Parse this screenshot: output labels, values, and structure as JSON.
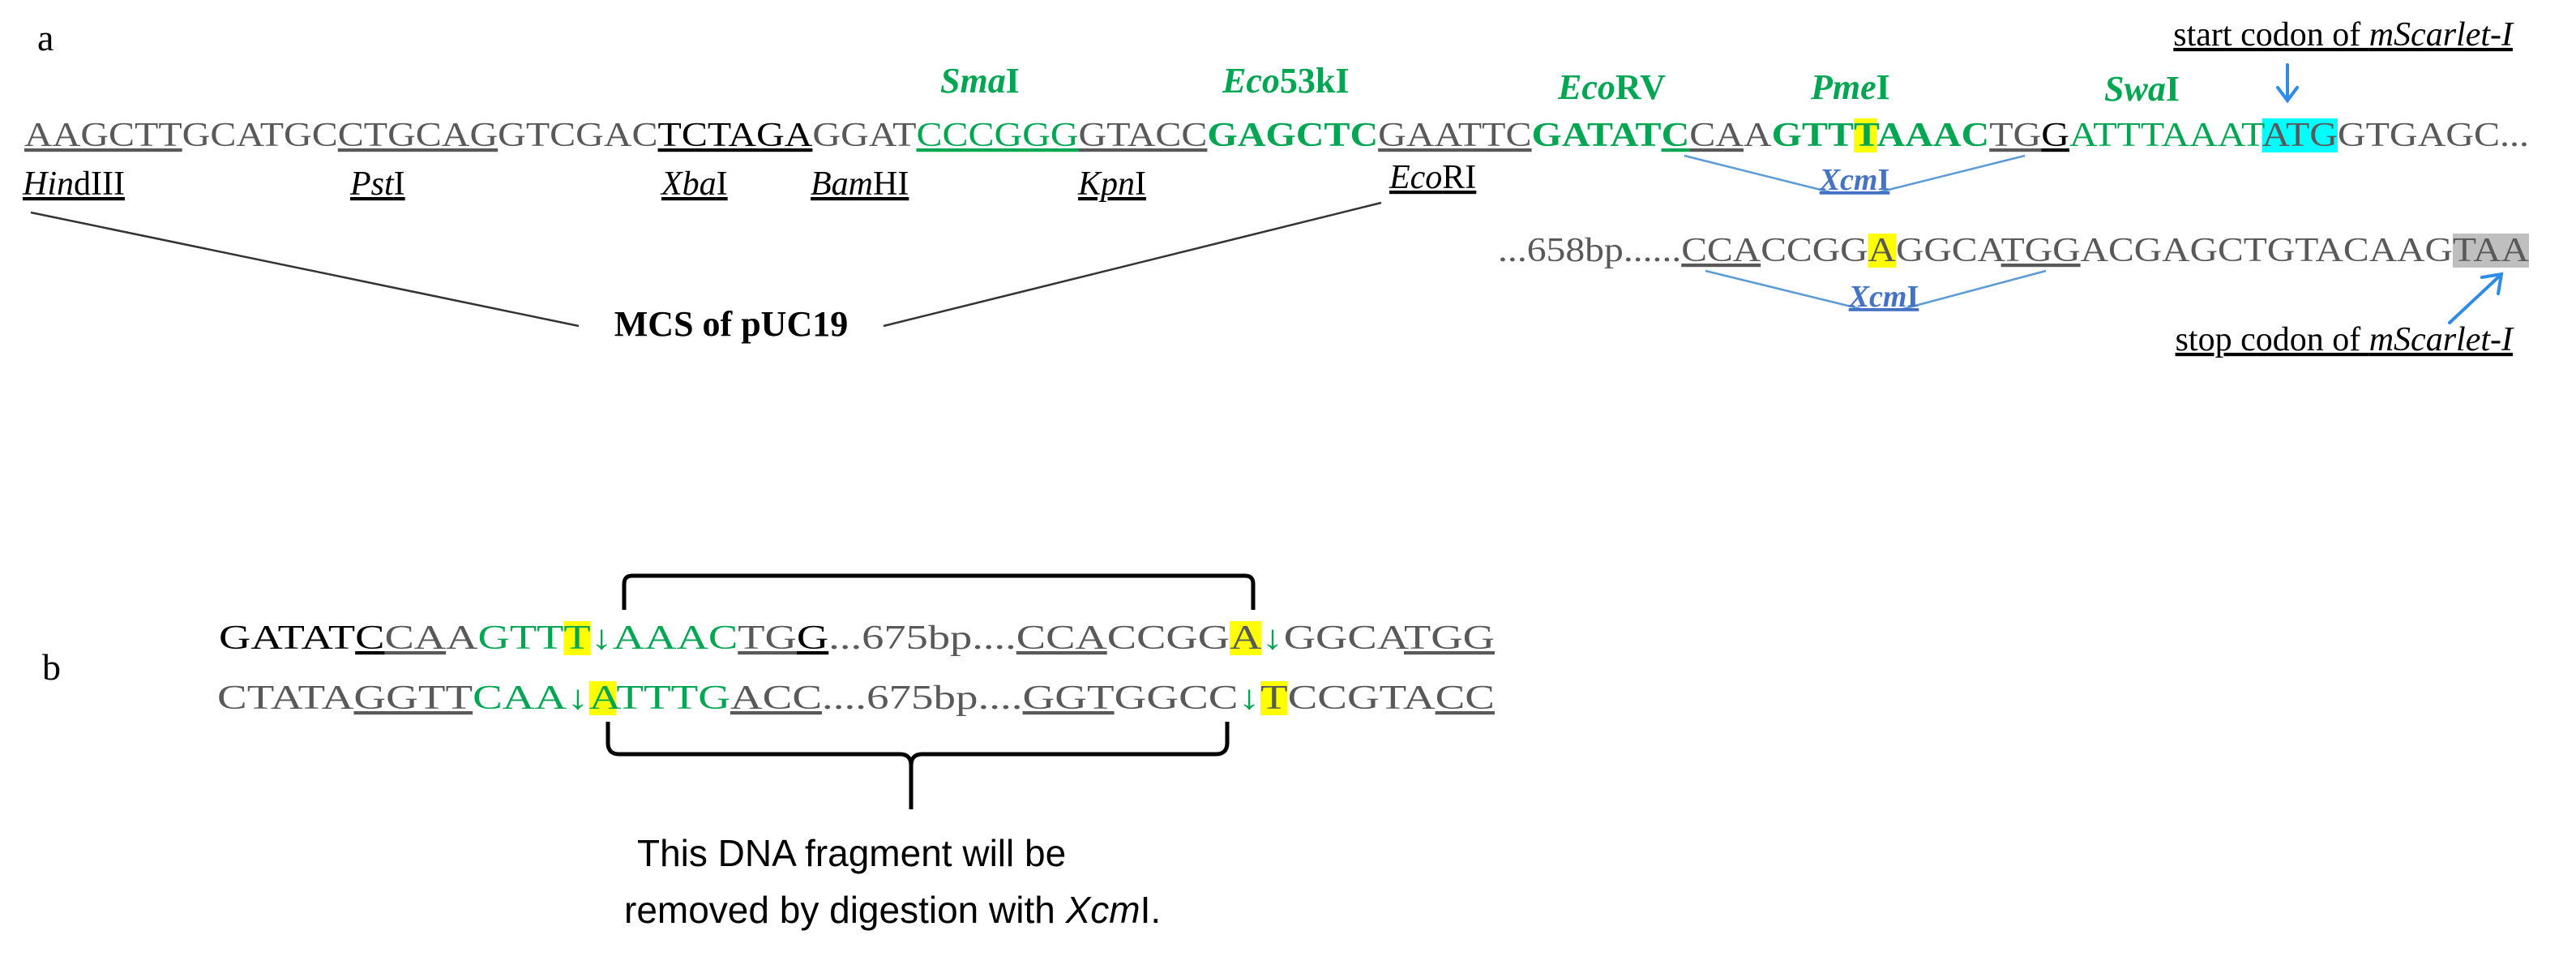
{
  "colors": {
    "gray": "#595959",
    "black": "#000000",
    "green": "#00A651",
    "blue_label": "#4472C4",
    "blue_line": "#5B9BD5",
    "arrow": "#2E8BE6",
    "yellow": "#FFFF00",
    "cyan": "#00FFFF",
    "stop_gray": "#BFBFBF"
  },
  "panel_a": {
    "label": "a",
    "seq_main": [
      {
        "t": "AAGCTT",
        "c": "gray",
        "u": true
      },
      {
        "t": "GCATGC",
        "c": "gray"
      },
      {
        "t": "CTGCAG",
        "c": "gray",
        "u": true
      },
      {
        "t": "GTCGAC",
        "c": "gray"
      },
      {
        "t": "TCTAGA",
        "c": "black",
        "u": true
      },
      {
        "t": "GGAT",
        "c": "gray"
      },
      {
        "t": "CCCGGG",
        "c": "green",
        "u": true
      },
      {
        "t": "GTACC",
        "c": "gray",
        "u": true
      },
      {
        "t": "GAGCTC",
        "c": "green",
        "b": true
      },
      {
        "t": "GAATTC",
        "c": "gray",
        "u": true
      },
      {
        "t": "GATAT",
        "c": "green",
        "b": true
      },
      {
        "t": "C",
        "c": "green",
        "b": true,
        "u": true
      },
      {
        "t": "CA",
        "c": "gray",
        "u": true
      },
      {
        "t": "A",
        "c": "gray"
      },
      {
        "t": "GTT",
        "c": "green",
        "b": true
      },
      {
        "t": "T",
        "c": "green",
        "b": true,
        "hl": "yellow"
      },
      {
        "t": "AAAC",
        "c": "green",
        "b": true
      },
      {
        "t": "TG",
        "c": "gray",
        "u": true
      },
      {
        "t": "G",
        "c": "black",
        "u": true
      },
      {
        "t": "ATTTAAAT",
        "c": "green"
      },
      {
        "t": "ATG",
        "c": "gray",
        "hl": "cyan"
      },
      {
        "t": "GTGAGC...",
        "c": "gray"
      }
    ],
    "seq_second": [
      {
        "t": "...658bp......",
        "c": "gray"
      },
      {
        "t": "CCA",
        "c": "gray",
        "u": true
      },
      {
        "t": "CCGG",
        "c": "gray"
      },
      {
        "t": "A",
        "c": "gray",
        "hl": "yellow"
      },
      {
        "t": "GGCA",
        "c": "gray"
      },
      {
        "t": "TGG",
        "c": "gray",
        "u": true
      },
      {
        "t": "ACGAGCTGTACAAG",
        "c": "gray"
      },
      {
        "t": "TAA",
        "c": "gray",
        "hl": "stop_gray"
      }
    ],
    "enzymes_above": [
      {
        "it": "Sma",
        "rest": "I"
      },
      {
        "it": "Eco",
        "rest": "53kI"
      },
      {
        "it": "Eco",
        "rest": "RV"
      },
      {
        "it": "Pme",
        "rest": "I"
      },
      {
        "it": "Swa",
        "rest": "I"
      }
    ],
    "enzymes_below": [
      {
        "it": "Hin",
        "rest": "dIII"
      },
      {
        "it": "Pst",
        "rest": "I"
      },
      {
        "it": "Xba",
        "rest": "I"
      },
      {
        "it": "Bam",
        "rest": "HI"
      },
      {
        "it": "Kpn",
        "rest": "I"
      },
      {
        "it": "Eco",
        "rest": "RI"
      }
    ],
    "xcm_label": {
      "it": "Xcm",
      "rest": "I"
    },
    "mcs_label": "MCS of pUC19",
    "start_codon": {
      "pre": "start codon of ",
      "it": "mScarlet-I"
    },
    "stop_codon": {
      "pre": "stop codon of ",
      "it": "mScarlet-I"
    }
  },
  "panel_b": {
    "label": "b",
    "top_strand": [
      {
        "t": "GATAT",
        "c": "black"
      },
      {
        "t": "C",
        "c": "black",
        "u": true
      },
      {
        "t": "CA",
        "c": "gray",
        "u": true
      },
      {
        "t": "A",
        "c": "gray"
      },
      {
        "t": "GTT",
        "c": "green"
      },
      {
        "t": "T",
        "c": "green",
        "hl": "yellow"
      },
      {
        "t": "↓",
        "c": "green"
      },
      {
        "t": "AAAC",
        "c": "green"
      },
      {
        "t": "TG",
        "c": "gray",
        "u": true
      },
      {
        "t": "G",
        "c": "black",
        "u": true
      },
      {
        "t": "...675bp....",
        "c": "gray"
      },
      {
        "t": "CCA",
        "c": "gray",
        "u": true
      },
      {
        "t": "CCGG",
        "c": "gray"
      },
      {
        "t": "A",
        "c": "gray",
        "hl": "yellow"
      },
      {
        "t": "↓",
        "c": "green"
      },
      {
        "t": "GGCA",
        "c": "gray"
      },
      {
        "t": "TGG",
        "c": "gray",
        "u": true
      }
    ],
    "bottom_strand": [
      {
        "t": "CTATA",
        "c": "gray"
      },
      {
        "t": "GGTT",
        "c": "gray",
        "u": true
      },
      {
        "t": "CAA",
        "c": "green"
      },
      {
        "t": "↓",
        "c": "green"
      },
      {
        "t": "A",
        "c": "green",
        "hl": "yellow"
      },
      {
        "t": "TTTG",
        "c": "green"
      },
      {
        "t": "ACC",
        "c": "gray",
        "u": true
      },
      {
        "t": "....675bp....",
        "c": "gray"
      },
      {
        "t": "GGT",
        "c": "gray",
        "u": true
      },
      {
        "t": "GGCC",
        "c": "gray"
      },
      {
        "t": "↓",
        "c": "green"
      },
      {
        "t": "T",
        "c": "gray",
        "hl": "yellow"
      },
      {
        "t": "CCGTA",
        "c": "gray"
      },
      {
        "t": "CC",
        "c": "gray",
        "u": true
      }
    ],
    "note_line1": "This DNA fragment will be",
    "note_line2_pre": "removed by digestion with ",
    "note_line2_it": "Xcm",
    "note_line2_post": "I."
  }
}
